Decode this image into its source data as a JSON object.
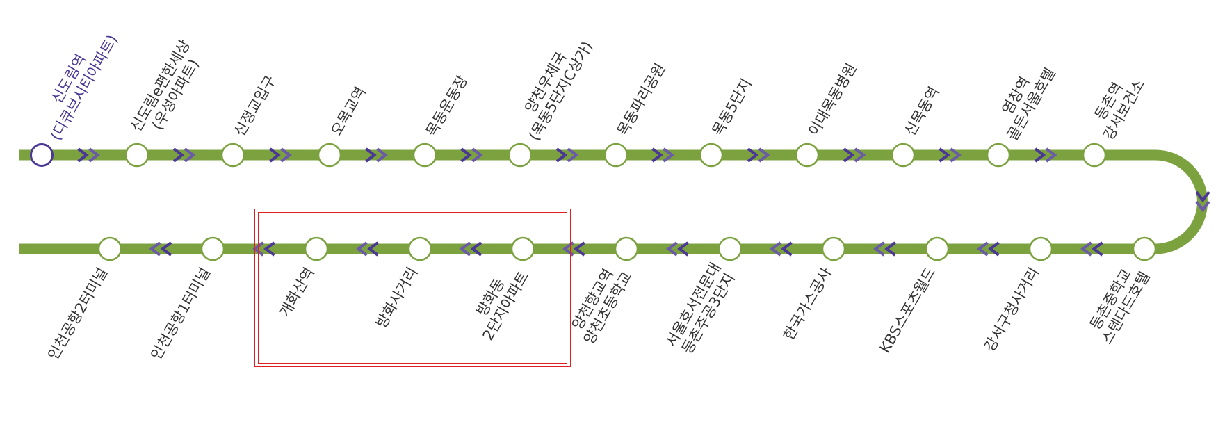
{
  "colors": {
    "line": "#7ba23f",
    "arrow": "#4b3795",
    "arrow_light": "#6a5aa8",
    "start_station": "#4b3795",
    "station_fill": "#ffffff",
    "label": "#333333",
    "highlight": "#e02020"
  },
  "stations_top": [
    {
      "line1": "신도림역",
      "line2": "(디큐브시티아파트)",
      "start": true
    },
    {
      "line1": "신도림e편한세상",
      "line2": "(우성아파트)"
    },
    {
      "line1": "신정교입구",
      "line2": ""
    },
    {
      "line1": "오목교역",
      "line2": ""
    },
    {
      "line1": "목동운동장",
      "line2": ""
    },
    {
      "line1": "양천우체국",
      "line2": "(목동5단지C상가)"
    },
    {
      "line1": "목동파리공원",
      "line2": ""
    },
    {
      "line1": "목동5단지",
      "line2": ""
    },
    {
      "line1": "이대목동병원",
      "line2": ""
    },
    {
      "line1": "신목동역",
      "line2": ""
    },
    {
      "line1": "염창역",
      "line2": "골든서울호텔"
    },
    {
      "line1": "등촌역",
      "line2": "강서보건소"
    }
  ],
  "stations_bottom": [
    {
      "line1": "인천공항2터미널",
      "line2": ""
    },
    {
      "line1": "인천공항1터미널",
      "line2": ""
    },
    {
      "line1": "개화산역",
      "line2": "",
      "highlighted": true
    },
    {
      "line1": "방화사거리",
      "line2": "",
      "highlighted": true
    },
    {
      "line1": "방화동",
      "line2": "2단지아파트",
      "highlighted": true
    },
    {
      "line1": "양천향교역",
      "line2": "양천초등학교"
    },
    {
      "line1": "서울호서전문대",
      "line2": "등촌주공3단지"
    },
    {
      "line1": "한국가스공사",
      "line2": ""
    },
    {
      "line1": "KBS스포츠월드",
      "line2": ""
    },
    {
      "line1": "강서구청사거리",
      "line2": ""
    },
    {
      "line1": "등촌중학교",
      "line2": "스텐다드호텔"
    }
  ]
}
